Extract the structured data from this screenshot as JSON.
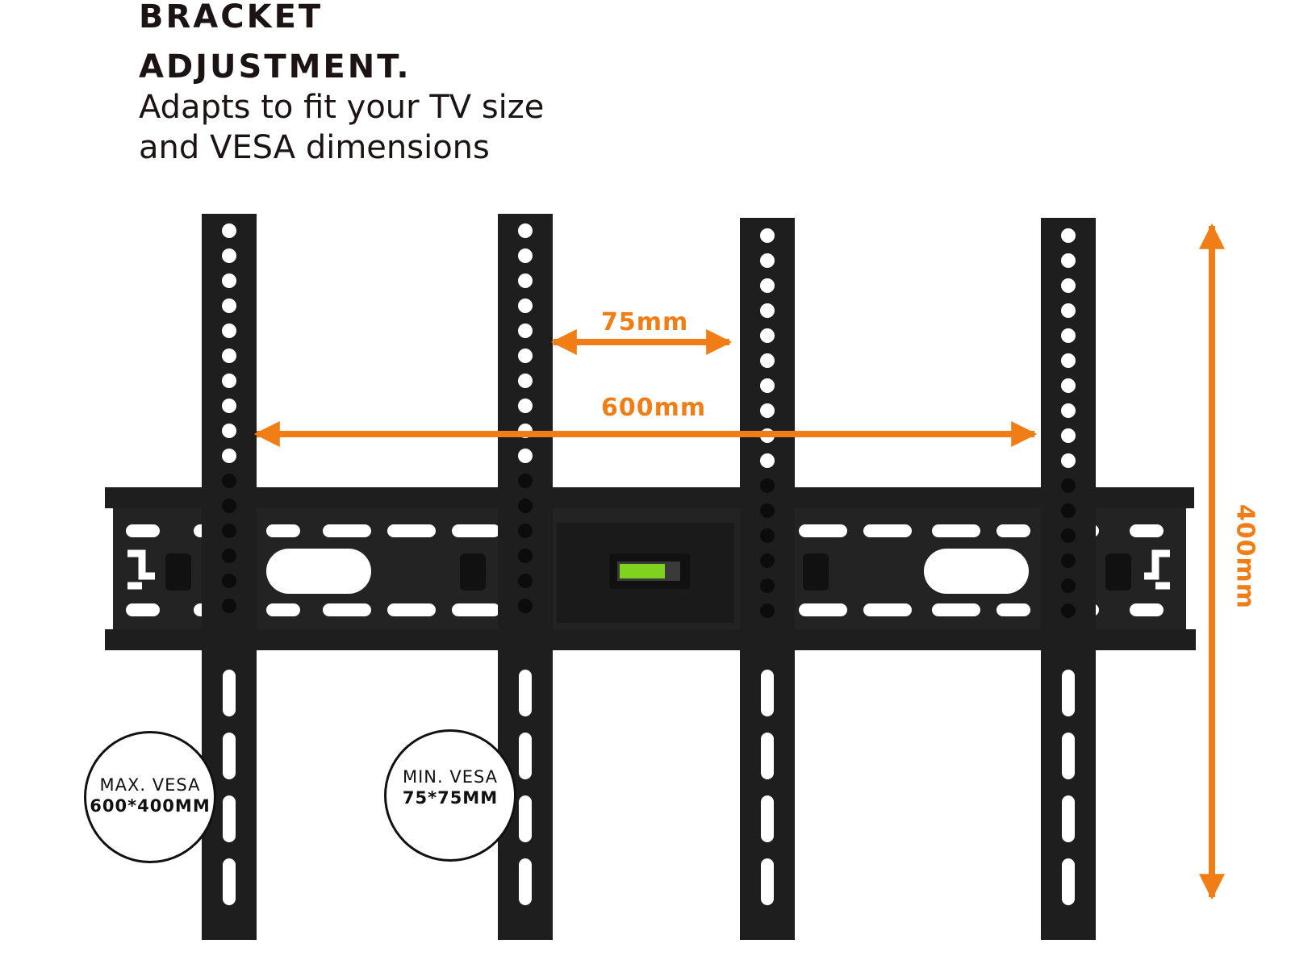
{
  "heading": {
    "line1": "BRACKET",
    "line2": "ADJUSTMENT."
  },
  "subheading": {
    "line1": "Adapts to fit your TV size",
    "line2": "and VESA dimensions"
  },
  "dimensions": {
    "spacing_small": "75mm",
    "width": "600mm",
    "height": "400mm"
  },
  "badges": {
    "max": {
      "label": "MAX. VESA",
      "value": "600*400MM"
    },
    "min": {
      "label": "MIN. VESA",
      "value": "75*75MM"
    }
  },
  "colors": {
    "accent": "#f07d16",
    "bracket": "#1e1e1e",
    "text": "#1b1412",
    "level_bubble": "#7ed321"
  }
}
